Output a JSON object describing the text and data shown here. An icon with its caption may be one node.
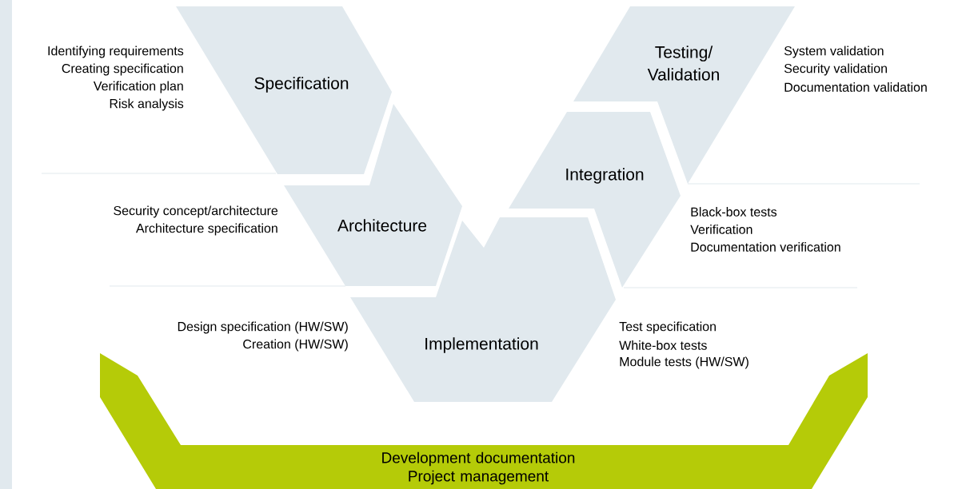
{
  "diagram": {
    "nodes": [
      {
        "text": [
          "Specification"
        ],
        "beside": [
          "Identifying requirements",
          "Creating specification",
          "Verification plan",
          "Risk analysis"
        ]
      },
      {
        "text": [
          "Architecture"
        ],
        "beside": [
          "Security concept/architecture",
          "Architecture specification"
        ]
      },
      {
        "text": [
          "Implementation"
        ],
        "beside": [
          "Design specification (HW/SW)",
          "Creation (HW/SW)",
          "Test specification",
          "White-box tests",
          "Module tests (HW/SW)"
        ]
      },
      {
        "text": [
          "Integration"
        ],
        "beside": [
          "Black-box tests",
          "Verification",
          "Documentation verification"
        ]
      },
      {
        "text": [
          "Testing/ Validation"
        ],
        "beside": [
          "System validation",
          "Security validation",
          "Documentation validation"
        ]
      },
      {
        "text": [
          "Development documentation",
          "Project management"
        ]
      }
    ],
    "edges": []
  }
}
